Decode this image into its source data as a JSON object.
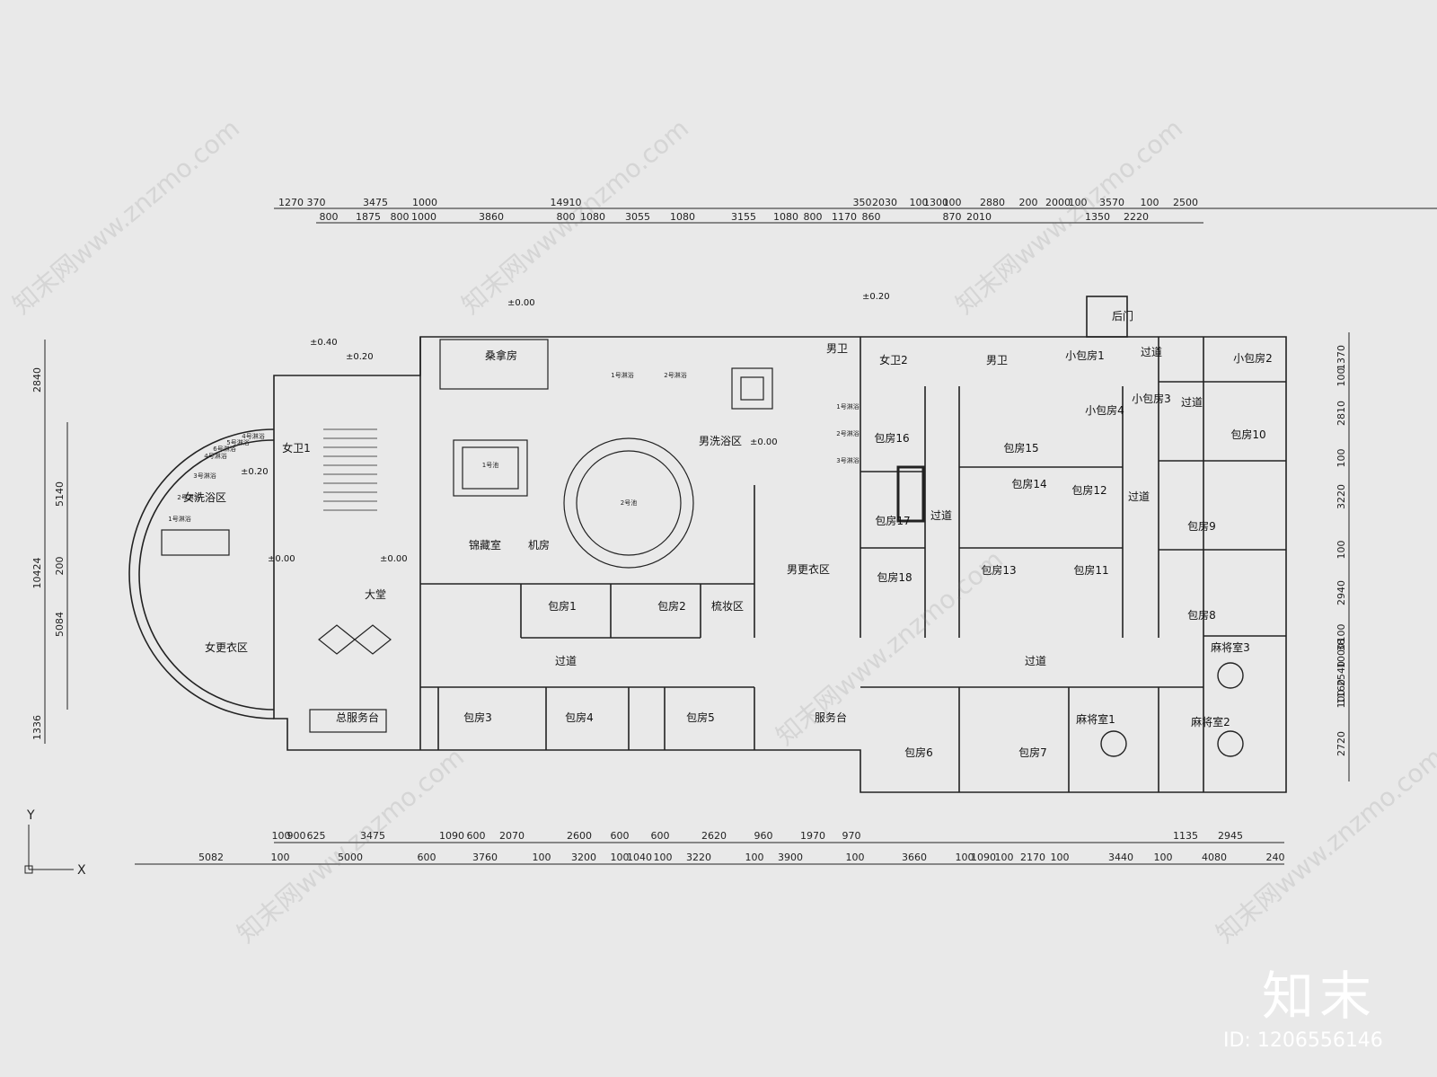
{
  "dims_top_row1": [
    "1270",
    "370",
    "3475",
    "1000",
    "14910",
    "350",
    "2030",
    "100",
    "1300",
    "100",
    "2880",
    "200",
    "2000",
    "100",
    "3570",
    "100",
    "2500"
  ],
  "dims_top_row2": [
    "800",
    "1875",
    "800",
    "1000",
    "3860",
    "800",
    "1080",
    "3055",
    "1080",
    "3155",
    "1080",
    "800",
    "1170",
    "860",
    "870",
    "2010",
    "1350",
    "2220"
  ],
  "dims_left": [
    "2840",
    "5140",
    "10424",
    "200",
    "5084",
    "1336"
  ],
  "dims_right": [
    "1370",
    "100",
    "2810",
    "100",
    "3220",
    "100",
    "2940",
    "100",
    "38",
    "1000",
    "2540",
    "1160",
    "100",
    "2720"
  ],
  "dims_bottom_row1": [
    "100",
    "900",
    "625",
    "3475",
    "1090",
    "600",
    "2070",
    "2600",
    "600",
    "600",
    "2620",
    "960",
    "1970",
    "970",
    "1135",
    "2945"
  ],
  "dims_bottom_row2": [
    "5082",
    "100",
    "5000",
    "600",
    "3760",
    "100",
    "3200",
    "100",
    "1040",
    "100",
    "3220",
    "100",
    "3900",
    "100",
    "3660",
    "100",
    "1090",
    "100",
    "2170",
    "100",
    "3440",
    "100",
    "4080",
    "240"
  ],
  "rooms": [
    "桑拿房",
    "男卫",
    "女卫2",
    "男卫",
    "小包房1",
    "后门",
    "过道",
    "小包房2",
    "小包房3",
    "过道",
    "小包房4",
    "包房16",
    "包房15",
    "包房10",
    "男洗浴区",
    "女卫1",
    "女洗浴区",
    "包房14",
    "包房12",
    "过道",
    "包房17",
    "过道",
    "包房9",
    "锦藏室",
    "机房",
    "男更衣区",
    "包房18",
    "包房13",
    "包房11",
    "包房1",
    "包房2",
    "梳妆区",
    "大堂",
    "包房8",
    "女更衣区",
    "过道",
    "过道",
    "麻将室3",
    "包房3",
    "包房4",
    "包房5",
    "服务台",
    "包房6",
    "包房7",
    "麻将室1",
    "麻将室2",
    "总服务台"
  ],
  "levels": [
    "±0.00",
    "±0.20",
    "±0.40",
    "±0.20",
    "±0.00",
    "±0.20",
    "±0.00",
    "±0.00"
  ],
  "tiny_labels": [
    "1号池",
    "2号池",
    "1号淋浴",
    "2号淋浴",
    "1号淋浴",
    "2号淋浴",
    "3号淋浴",
    "4号淋浴",
    "5号淋浴",
    "6号淋浴",
    "1号淋浴",
    "2号淋浴",
    "3号淋浴",
    "4号淋浴"
  ],
  "axis": {
    "y": "Y",
    "x": "X"
  },
  "watermark": "知末网www.znzmo.com",
  "brand": "知末",
  "image_id": "ID: 1206556146"
}
